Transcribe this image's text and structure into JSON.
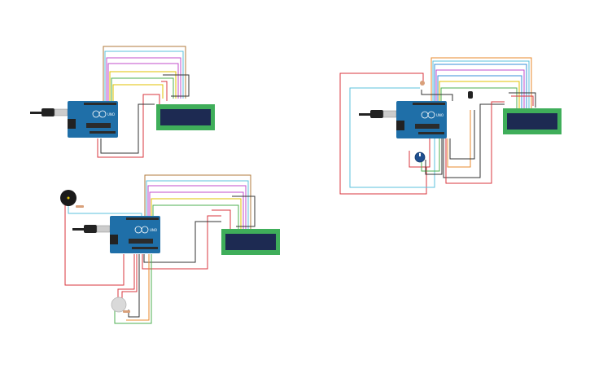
{
  "canvas": {
    "background": "#ffffff"
  },
  "components": {
    "arduino": {
      "name": "arduino-uno",
      "logo_text": "UNO",
      "board_color": "#1f6fa8",
      "header_color": "#2b2b2b"
    },
    "lcd": {
      "name": "lcd-16x2",
      "pcb_color": "#3fae5a",
      "screen_color": "#1d2a52"
    },
    "usb_cable": {
      "name": "usb-cable",
      "color": "#222222"
    },
    "piezo": {
      "name": "piezo-buzzer",
      "color": "#1a1a1a"
    },
    "pushbutton": {
      "name": "pushbutton",
      "color": "#d9d9d9"
    },
    "potentiometer": {
      "name": "potentiometer",
      "color": "#1f4f8f"
    },
    "temp_sensor": {
      "name": "temperature-sensor",
      "color": "#222222"
    },
    "resistor": {
      "name": "resistor",
      "color": "#d9a07a"
    }
  },
  "wire_colors": {
    "red": "#d9363e",
    "black": "#333333",
    "blue": "#3a8fd9",
    "cyan": "#5bc0de",
    "purple": "#c04ecb",
    "yellow": "#e0c200",
    "green": "#4caf50",
    "orange": "#e88a2e",
    "brown": "#b07a3b",
    "gray": "#8a8a8a"
  },
  "circuits": [
    {
      "id": "circuit-top-left"
    },
    {
      "id": "circuit-bottom-left"
    },
    {
      "id": "circuit-right"
    }
  ]
}
